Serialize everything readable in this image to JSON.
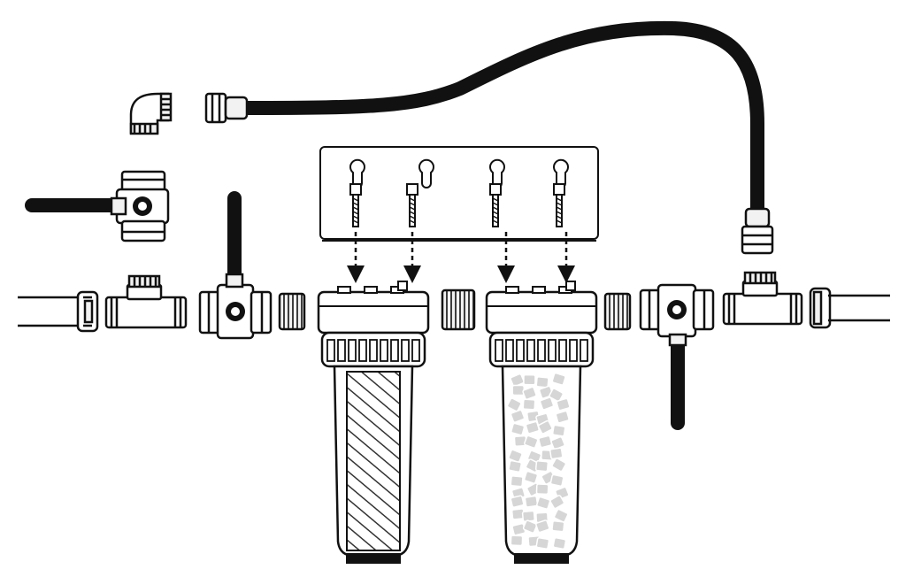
{
  "diagram": {
    "description_visible_text": "",
    "colors": {
      "stroke": "#111111",
      "hose": "#111111",
      "fill": "#ffffff",
      "light": "#f2f2f2",
      "granule": "#d6d6d6",
      "hatch": "#333333"
    },
    "parts": [
      {
        "id": "elbow-fitting",
        "icon": "elbow-icon"
      },
      {
        "id": "hose-connector-left",
        "icon": "hose-connector-icon"
      },
      {
        "id": "flexible-hose",
        "icon": "hose-icon"
      },
      {
        "id": "hose-connector-right",
        "icon": "hose-connector-icon"
      },
      {
        "id": "ball-valve-top",
        "icon": "valve-icon"
      },
      {
        "id": "mounting-bracket",
        "icon": "bracket-icon"
      },
      {
        "id": "inlet-pipe",
        "icon": "pipe-icon"
      },
      {
        "id": "tee-fitting-left",
        "icon": "tee-icon"
      },
      {
        "id": "ball-valve-inlet",
        "icon": "valve-icon"
      },
      {
        "id": "nipple-left",
        "icon": "nipple-icon"
      },
      {
        "id": "filter-housing-sediment",
        "icon": "filter-icon"
      },
      {
        "id": "nipple-middle",
        "icon": "nipple-icon"
      },
      {
        "id": "filter-housing-carbon",
        "icon": "filter-icon"
      },
      {
        "id": "nipple-right",
        "icon": "nipple-icon"
      },
      {
        "id": "ball-valve-outlet",
        "icon": "valve-icon"
      },
      {
        "id": "tee-fitting-right",
        "icon": "tee-icon"
      },
      {
        "id": "outlet-pipe",
        "icon": "pipe-icon"
      }
    ]
  }
}
